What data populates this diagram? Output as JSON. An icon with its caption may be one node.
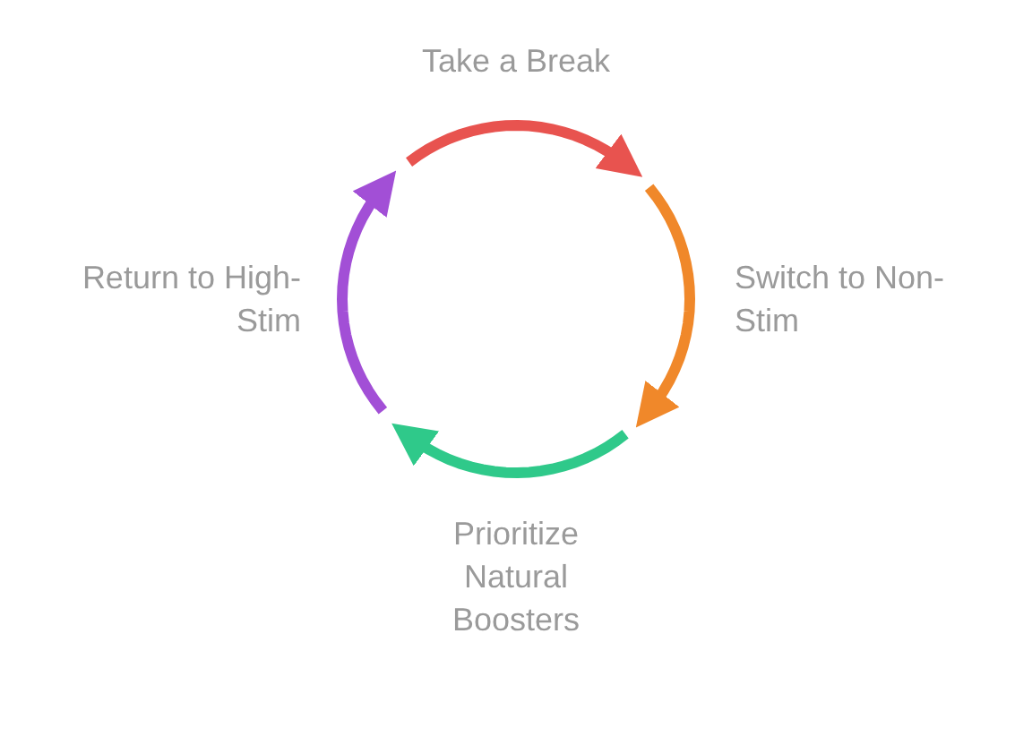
{
  "diagram": {
    "nodes": [
      {
        "text": [
          "Take a Break"
        ]
      },
      {
        "text": [
          "Switch to Non-Stim"
        ]
      },
      {
        "text": [
          "Prioritize Natural Boosters"
        ]
      },
      {
        "text": [
          "Return to High-Stim"
        ]
      }
    ]
  }
}
